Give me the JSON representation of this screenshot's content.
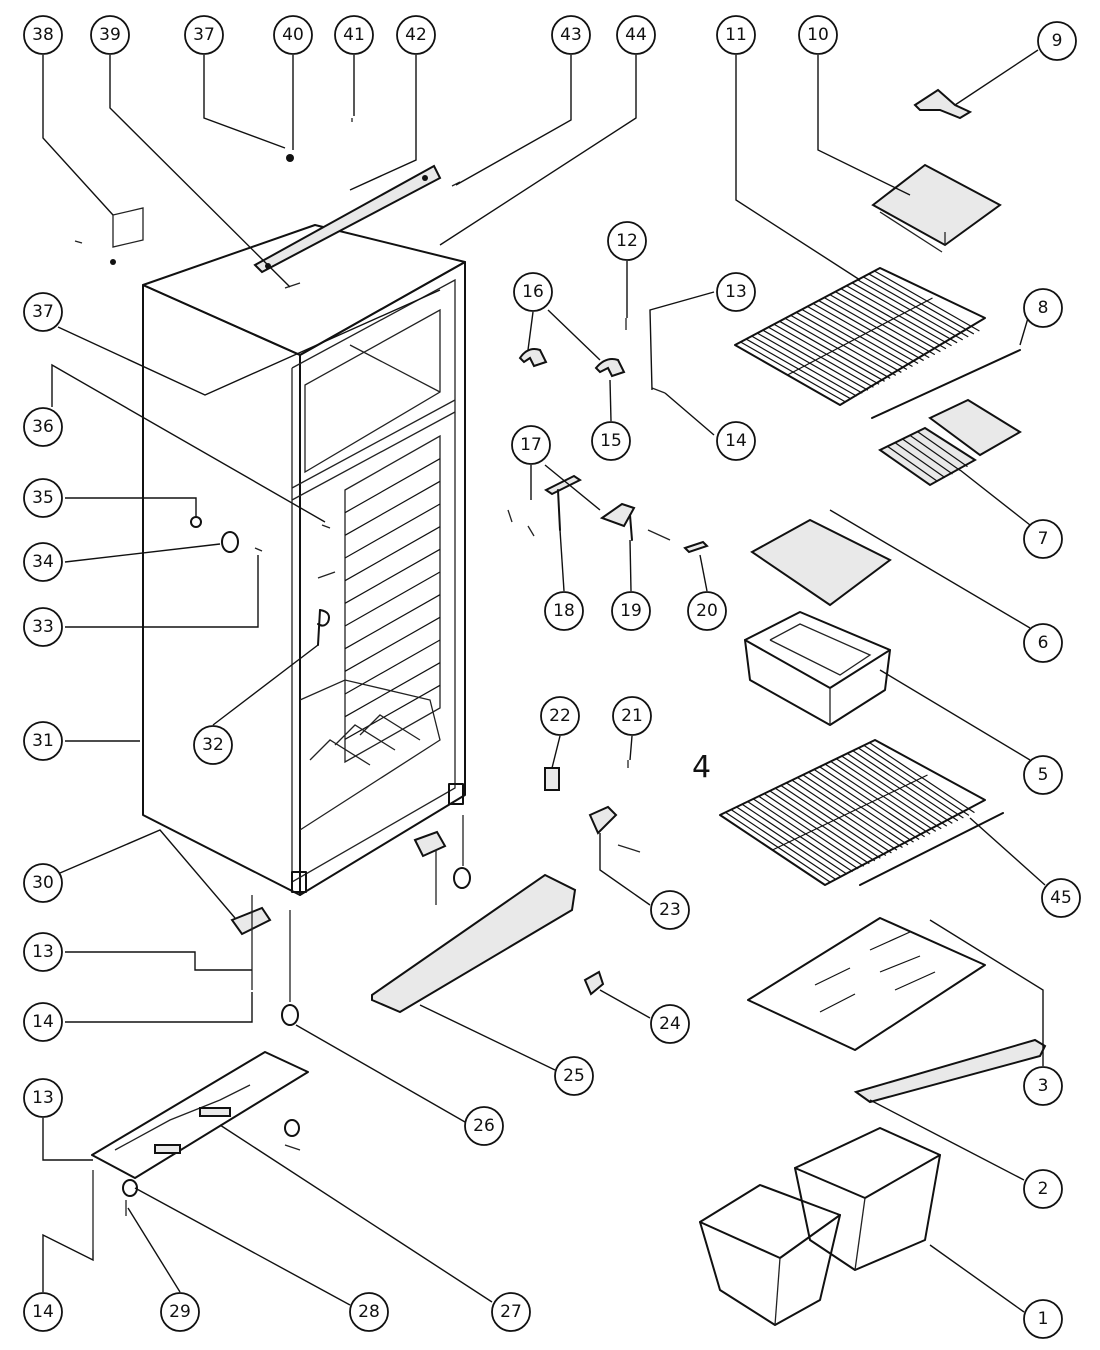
{
  "diagram": {
    "part_numbers": [
      "1",
      "2",
      "3",
      "4",
      "5",
      "6",
      "7",
      "8",
      "9",
      "10",
      "11",
      "12",
      "13",
      "14",
      "15",
      "16",
      "17",
      "18",
      "19",
      "20",
      "21",
      "22",
      "23",
      "24",
      "25",
      "26",
      "27",
      "28",
      "29",
      "30",
      "31",
      "32",
      "33",
      "34",
      "35",
      "36",
      "37",
      "38",
      "39",
      "40",
      "41",
      "42",
      "43",
      "44",
      "45"
    ],
    "handwritten_shelf_label": "4"
  }
}
